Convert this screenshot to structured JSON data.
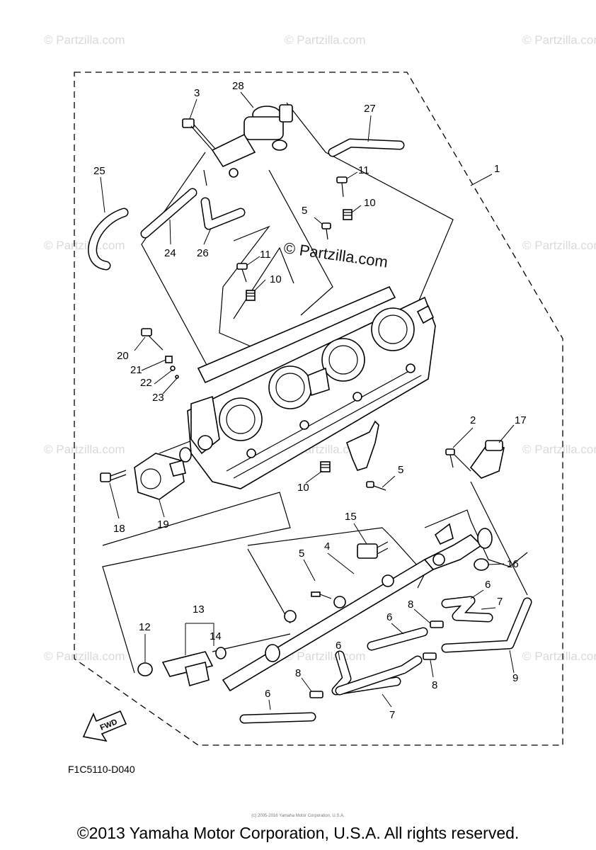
{
  "watermarks": {
    "tile_text": "© Partzilla.com",
    "center_text": "© Partzilla.com"
  },
  "diagram_code": "F1C5110-D040",
  "fwd_label": "FWD",
  "callouts": [
    "1",
    "2",
    "3",
    "4",
    "5",
    "5",
    "5",
    "6",
    "6",
    "6",
    "6",
    "7",
    "7",
    "8",
    "8",
    "8",
    "9",
    "10",
    "10",
    "10",
    "11",
    "11",
    "12",
    "13",
    "14",
    "15",
    "16",
    "17",
    "18",
    "19",
    "20",
    "21",
    "22",
    "23",
    "24",
    "25",
    "26",
    "27",
    "28"
  ],
  "footer": {
    "copyright": "©2013 Yamaha Motor Corporation, U.S.A. All rights reserved.",
    "tiny": "(c) 2005-2016 Yamaha Motor Corporation, U.S.A."
  },
  "colors": {
    "line": "#000000",
    "watermark": "#d9d9d9",
    "background": "#ffffff"
  }
}
